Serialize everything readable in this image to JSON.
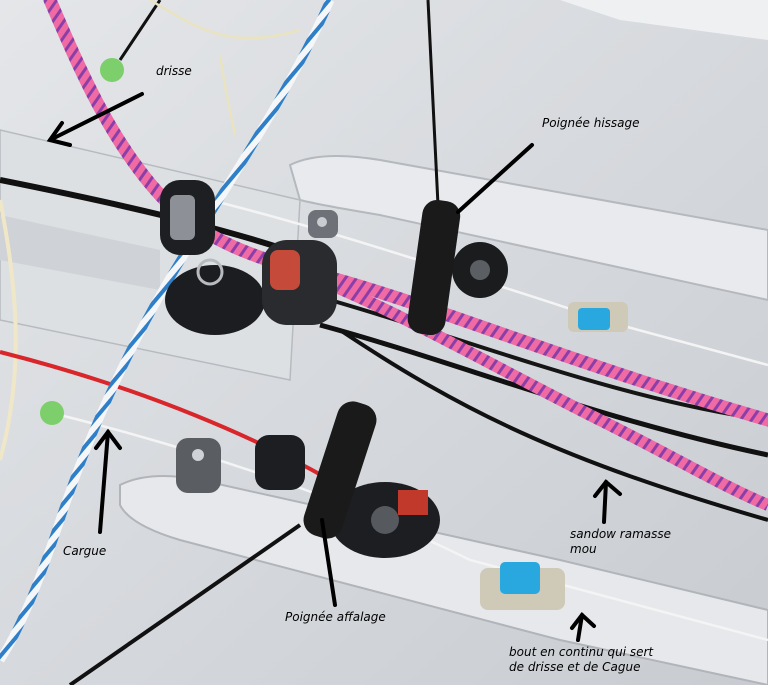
{
  "annotations": {
    "drisse": "drisse",
    "poignee_hissage": "Poignée hissage",
    "cargue": "Cargue",
    "poignee_affalage": "Poignée affalage",
    "sandow_line1": "sandow ramasse",
    "sandow_line2": "mou",
    "bout_line1": "bout en continu qui sert",
    "bout_line2": "de drisse et de Cague"
  },
  "colors": {
    "deck": "#d9dce0",
    "deck_shadow": "#b7bbc0",
    "pink_rope": "#f06aa4",
    "red_rope": "#d8262b",
    "blue_white_rope": "#2f7fc8",
    "black_rope": "#111111",
    "blue_cleat": "#29a8e0",
    "green_ball": "#7ccf6a"
  },
  "icons": [
    "arrow-icon"
  ]
}
